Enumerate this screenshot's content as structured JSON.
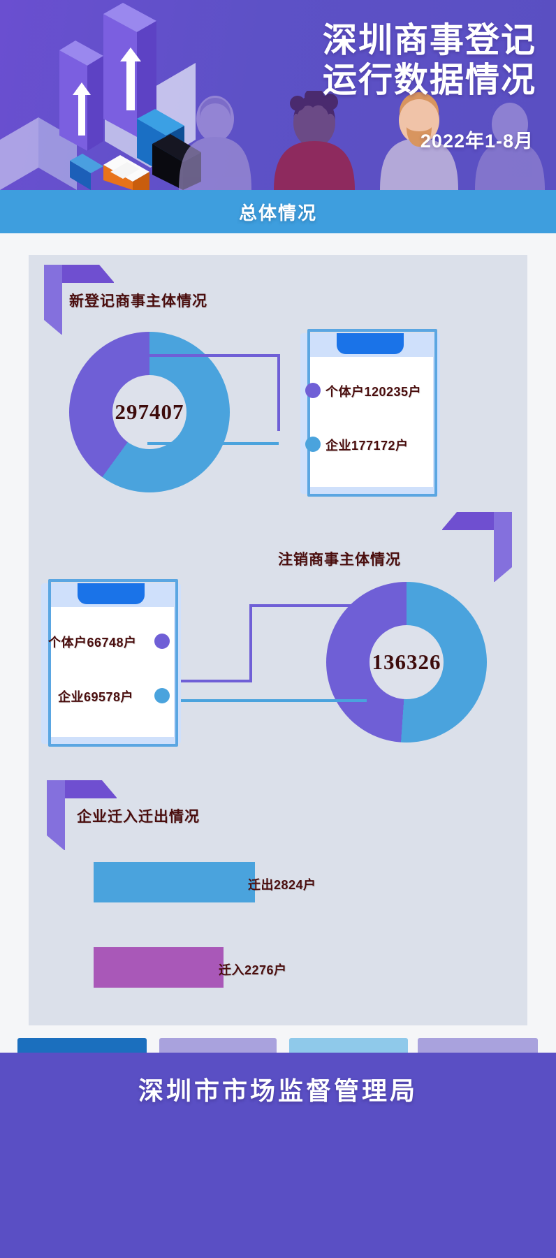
{
  "header": {
    "title_line1": "深圳商事登记",
    "title_line2": "运行数据情况",
    "subtitle": "2022年1-8月",
    "bg_color": "#5f52c6"
  },
  "banner": {
    "label": "总体情况",
    "bg_color": "#3e9ede"
  },
  "sections": {
    "new_registration": {
      "title": "新登记商事主体情况",
      "total": "297407",
      "legend": [
        {
          "label": "个体户120235户",
          "color": "#6f5fd6"
        },
        {
          "label": "企业177172户",
          "color": "#4aa3dd"
        }
      ]
    },
    "cancellation": {
      "title": "注销商事主体情况",
      "total": "136326",
      "legend": [
        {
          "label": "个体户66748户",
          "color": "#6f5fd6"
        },
        {
          "label": "企业69578户",
          "color": "#4aa3dd"
        }
      ]
    },
    "migration": {
      "title": "企业迁入迁出情况",
      "bars": [
        {
          "label": "迁出2824户",
          "color": "#4aa3dd"
        },
        {
          "label": "迁入2276户",
          "color": "#a958b8"
        }
      ]
    }
  },
  "footer": {
    "organization": "深圳市市场监督管理局",
    "bg_color": "#5a4fc4"
  },
  "chart_data": [
    {
      "type": "pie",
      "title": "新登记商事主体情况",
      "labels": [
        "个体户",
        "企业"
      ],
      "values": [
        120235,
        177172
      ],
      "units": "户",
      "total": 297407,
      "colors": [
        "#6f5fd6",
        "#4aa3dd"
      ],
      "legend": "right",
      "annotations": [
        "个体户120235户",
        "企业177172户",
        "297407"
      ]
    },
    {
      "type": "pie",
      "title": "注销商事主体情况",
      "labels": [
        "个体户",
        "企业"
      ],
      "values": [
        66748,
        69578
      ],
      "units": "户",
      "total": 136326,
      "colors": [
        "#6f5fd6",
        "#4aa3dd"
      ],
      "legend": "left",
      "annotations": [
        "个体户66748户",
        "企业69578户",
        "136326"
      ]
    },
    {
      "type": "bar",
      "title": "企业迁入迁出情况",
      "categories": [
        "迁出",
        "迁入"
      ],
      "values": [
        2824,
        2276
      ],
      "units": "户",
      "colors": [
        "#4aa3dd",
        "#a958b8"
      ],
      "orientation": "horizontal",
      "grid": false,
      "xlabel": "",
      "ylabel": "",
      "annotations": [
        "迁出2824户",
        "迁入2276户"
      ]
    }
  ]
}
